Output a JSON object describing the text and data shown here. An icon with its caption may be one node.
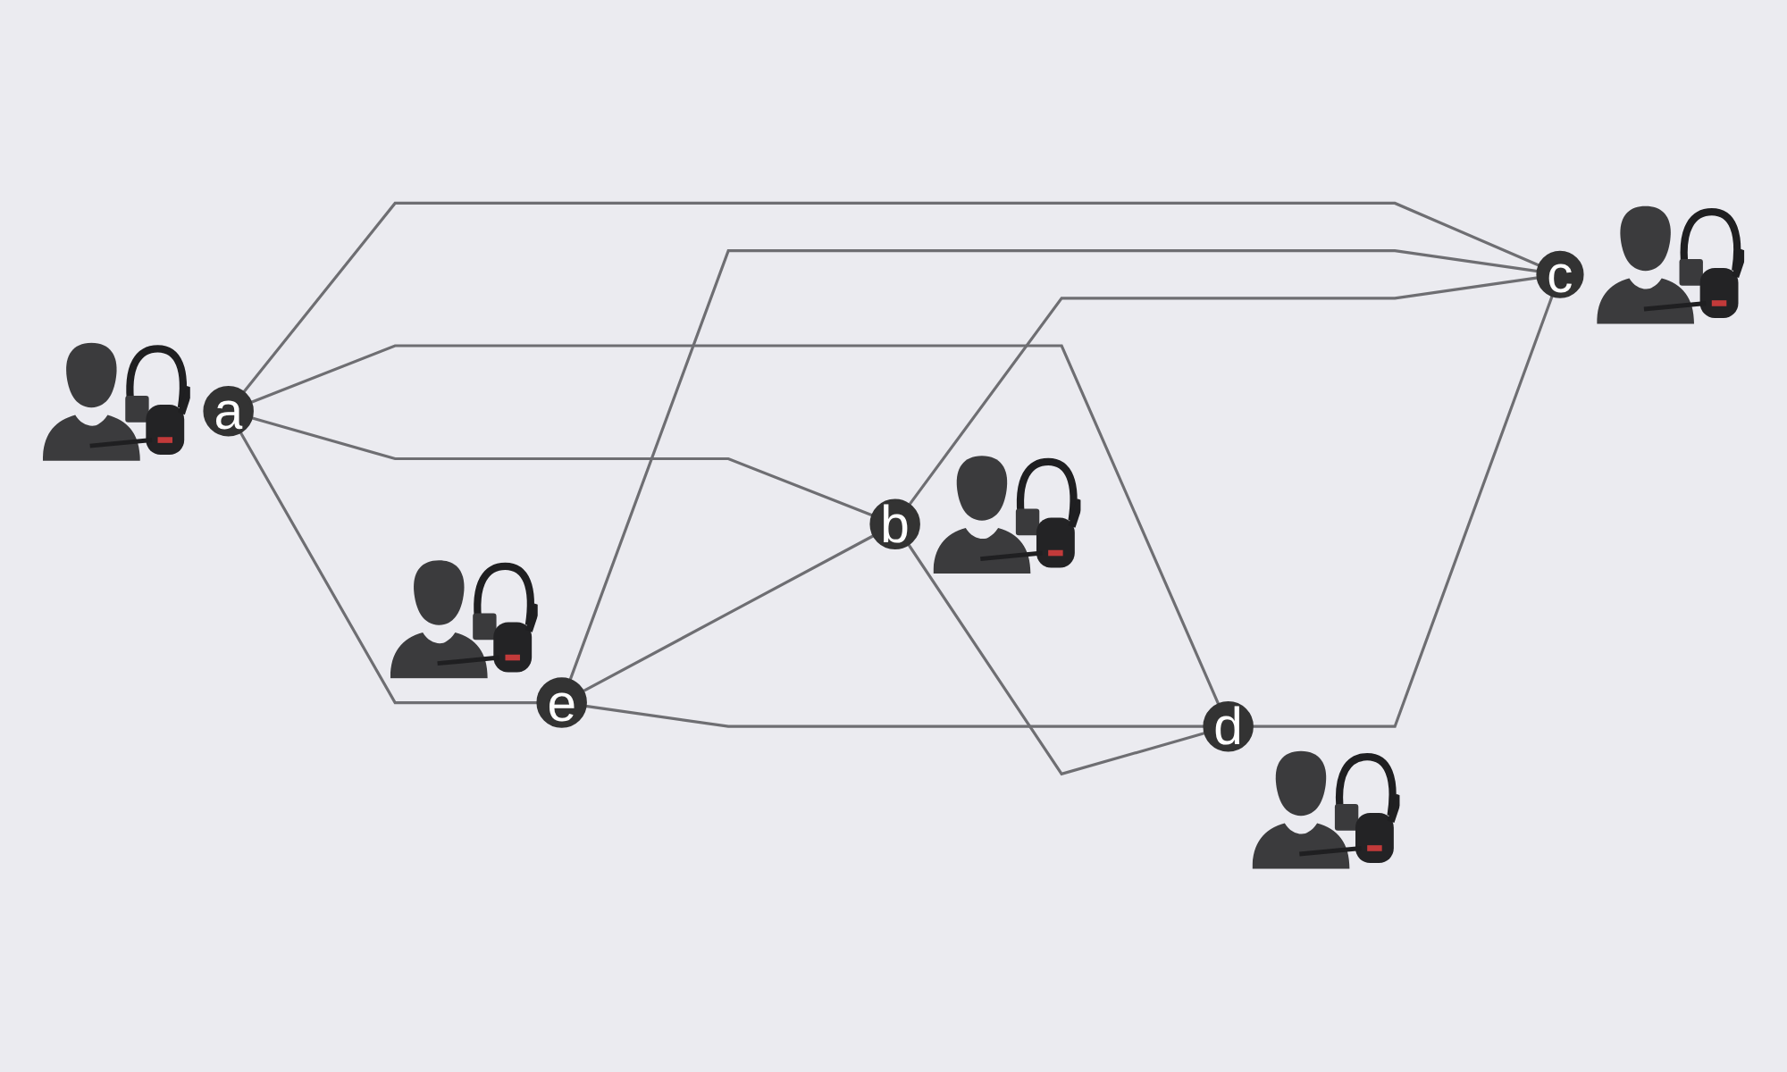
{
  "diagram": {
    "nodes": [
      {
        "text": [
          "a"
        ]
      },
      {
        "text": [
          "e"
        ]
      },
      {
        "text": [
          "b"
        ]
      },
      {
        "text": [
          "d"
        ]
      },
      {
        "text": [
          "c"
        ]
      }
    ],
    "edges": [
      {
        "from": 0,
        "to": 1,
        "arrow": "none"
      },
      {
        "from": 0,
        "to": 2,
        "arrow": "none"
      },
      {
        "from": 0,
        "to": 3,
        "arrow": "none"
      },
      {
        "from": 0,
        "to": 4,
        "arrow": "none"
      },
      {
        "from": 1,
        "to": 2,
        "arrow": "none"
      },
      {
        "from": 1,
        "to": 3,
        "arrow": "none"
      },
      {
        "from": 1,
        "to": 4,
        "arrow": "none"
      },
      {
        "from": 2,
        "to": 3,
        "arrow": "none"
      },
      {
        "from": 2,
        "to": 4,
        "arrow": "none"
      },
      {
        "from": 3,
        "to": 4,
        "arrow": "none"
      }
    ]
  }
}
